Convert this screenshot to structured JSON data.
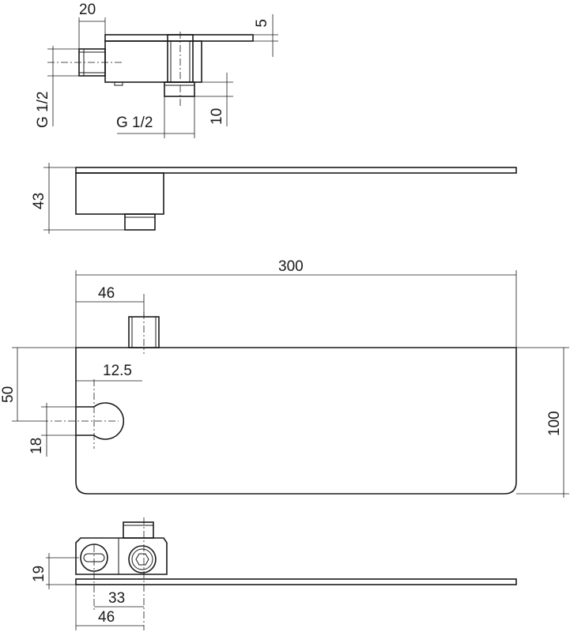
{
  "dimensions": {
    "top_width": "20",
    "top_plate": "5",
    "side_thread": "G 1/2",
    "bottom_thread": "G 1/2",
    "nipple": "10",
    "height": "43",
    "length": "300",
    "nipple_offset": "46",
    "slot_radius": "12.5",
    "slot_center": "50",
    "slot_width": "18",
    "plate_depth": "100",
    "bottom_height": "19",
    "bottom_center": "33",
    "bottom_width": "46"
  },
  "colors": {
    "line": "#1a1a1a",
    "background": "#ffffff"
  }
}
